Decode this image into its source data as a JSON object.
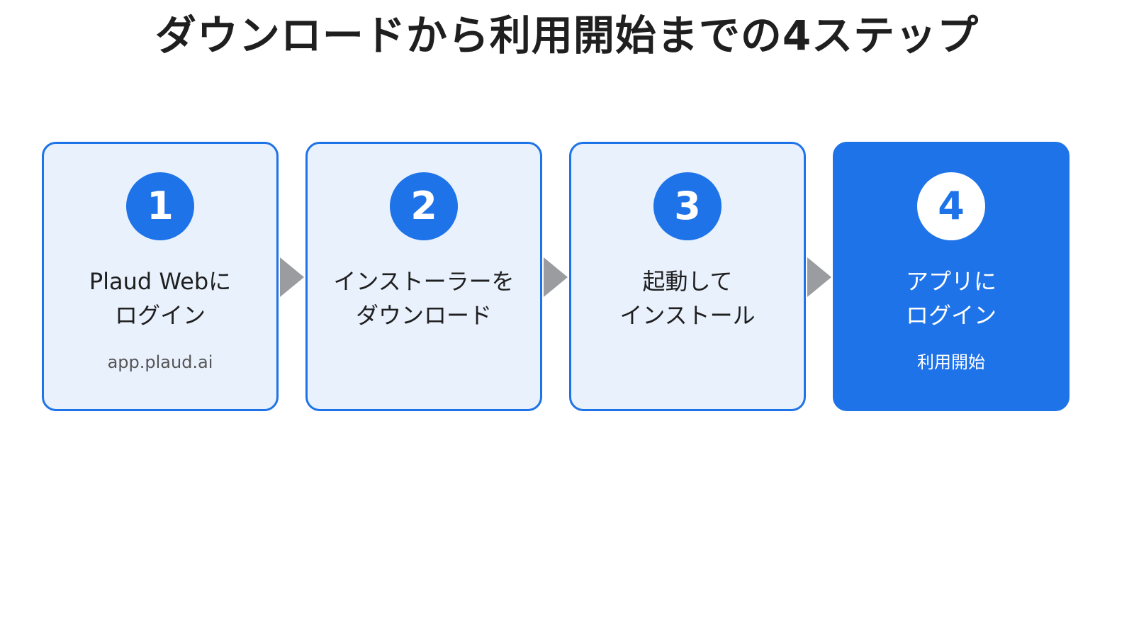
{
  "title": "ダウンロードから利用開始までの4ステップ",
  "steps": [
    {
      "number": "1",
      "line1": "Plaud Webに",
      "line2": "ログイン",
      "sub": "app.plaud.ai"
    },
    {
      "number": "2",
      "line1": "インストーラーを",
      "line2": "ダウンロード",
      "sub": ""
    },
    {
      "number": "3",
      "line1": "起動して",
      "line2": "インストール",
      "sub": ""
    },
    {
      "number": "4",
      "line1": "アプリに",
      "line2": "ログイン",
      "sub": "利用開始"
    }
  ],
  "colors": {
    "accent": "#1e73e8",
    "card_background": "#e9f1fd",
    "arrow": "#9a9ca0"
  }
}
